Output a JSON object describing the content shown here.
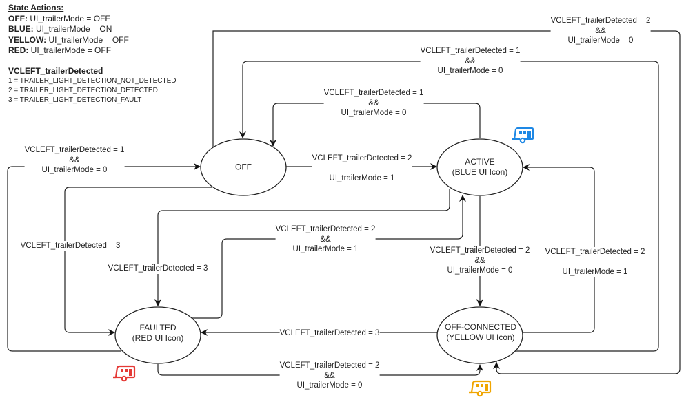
{
  "legend": {
    "title": "State Actions:",
    "actions": [
      {
        "state": "OFF:",
        "text": " UI_trailerMode = OFF"
      },
      {
        "state": "BLUE:",
        "text": " UI_trailerMode = ON"
      },
      {
        "state": "YELLOW:",
        "text": " UI_trailerMode = OFF"
      },
      {
        "state": "RED:",
        "text": " UI_trailerMode = OFF"
      }
    ],
    "signal_title": "VCLEFT_trailerDetected",
    "signal_values": [
      "1 = TRAILER_LIGHT_DETECTION_NOT_DETECTED",
      "2 = TRAILER_LIGHT_DETECTION_DETECTED",
      "3 = TRAILER_LIGHT_DETECTION_FAULT"
    ]
  },
  "states": {
    "off": {
      "line1": "OFF",
      "line2": ""
    },
    "active": {
      "line1": "ACTIVE",
      "line2": "(BLUE UI Icon)"
    },
    "faulted": {
      "line1": "FAULTED",
      "line2": "(RED UI Icon)"
    },
    "off_connected": {
      "line1": "OFF-CONNECTED",
      "line2": "(YELLOW UI Icon)"
    }
  },
  "icons": {
    "active": {
      "name": "trailer-icon-blue",
      "color": "#1e88e5"
    },
    "faulted": {
      "name": "trailer-icon-red",
      "color": "#e53935"
    },
    "off_connected": {
      "name": "trailer-icon-yellow",
      "color": "#f0a500"
    }
  },
  "transitions": {
    "oc_to_off_top": [
      "VCLEFT_trailerDetected = 2",
      "&&",
      "UI_trailerMode = 0"
    ],
    "active_to_off_outer": [
      "VCLEFT_trailerDetected = 1",
      "&&",
      "UI_trailerMode = 0"
    ],
    "active_to_off_inner": [
      "VCLEFT_trailerDetected = 1",
      "&&",
      "UI_trailerMode = 0"
    ],
    "faulted_to_off": [
      "VCLEFT_trailerDetected = 1",
      "&&",
      "UI_trailerMode = 0"
    ],
    "off_to_active": [
      "VCLEFT_trailerDetected = 2",
      "||",
      "UI_trailerMode = 1"
    ],
    "off_to_faulted": [
      "VCLEFT_trailerDetected = 3"
    ],
    "active_to_faulted": [
      "VCLEFT_trailerDetected = 3"
    ],
    "faulted_to_active": [
      "VCLEFT_trailerDetected = 2",
      "&&",
      "UI_trailerMode = 1"
    ],
    "active_to_oc": [
      "VCLEFT_trailerDetected = 2",
      "&&",
      "UI_trailerMode = 0"
    ],
    "oc_to_active": [
      "VCLEFT_trailerDetected = 2",
      "||",
      "UI_trailerMode = 1"
    ],
    "oc_to_faulted": [
      "VCLEFT_trailerDetected = 3"
    ],
    "faulted_to_oc": [
      "VCLEFT_trailerDetected = 2",
      "&&",
      "UI_trailerMode = 0"
    ]
  }
}
